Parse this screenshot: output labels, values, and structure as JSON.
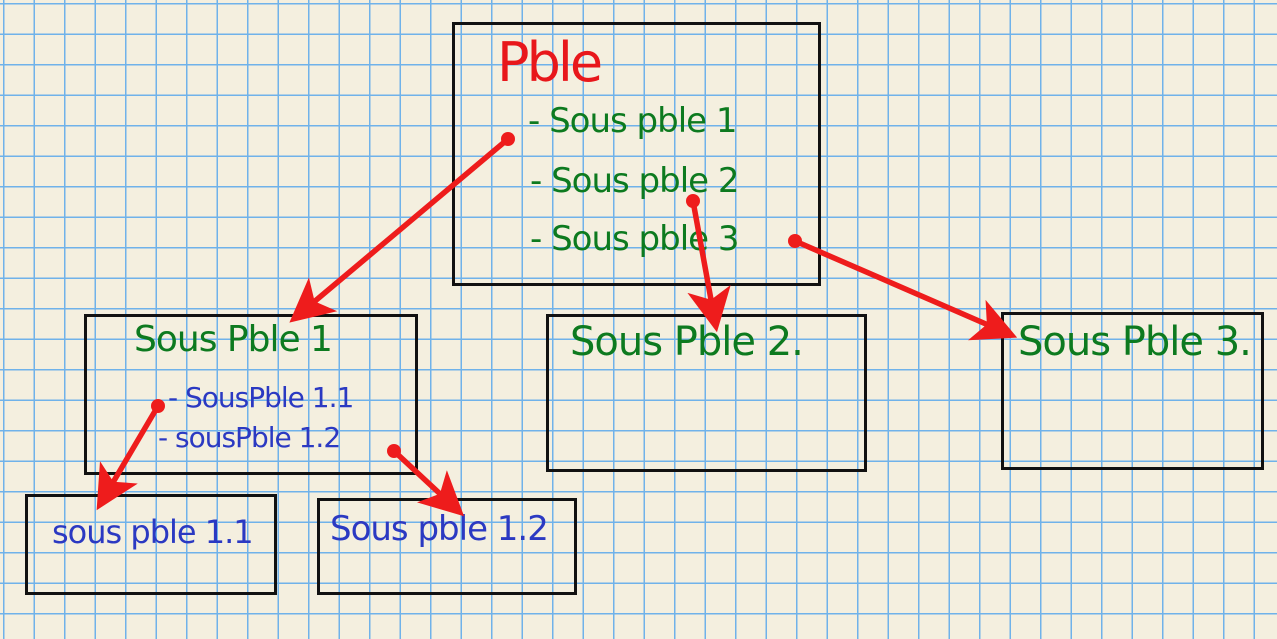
{
  "root": {
    "title": "Pble",
    "items": [
      "- Sous pble 1",
      "- Sous pble 2",
      "- Sous pble 3"
    ]
  },
  "sub1": {
    "title": "Sous Pble 1",
    "items": [
      "- SousPble 1.1",
      "- sousPble 1.2"
    ]
  },
  "sub2": {
    "title": "Sous Pble 2."
  },
  "sub3": {
    "title": "Sous Pble 3."
  },
  "sub11": {
    "title": "sous pble 1.1"
  },
  "sub12": {
    "title": "Sous pble 1.2"
  },
  "colors": {
    "title_red": "#e8171b",
    "green_text": "#0d7a1f",
    "blue_text": "#2b39c2",
    "arrow_red": "#ee1c1c",
    "grid_blue": "#6fb2ea",
    "paper": "#f4efdf",
    "box_border": "#111111"
  }
}
